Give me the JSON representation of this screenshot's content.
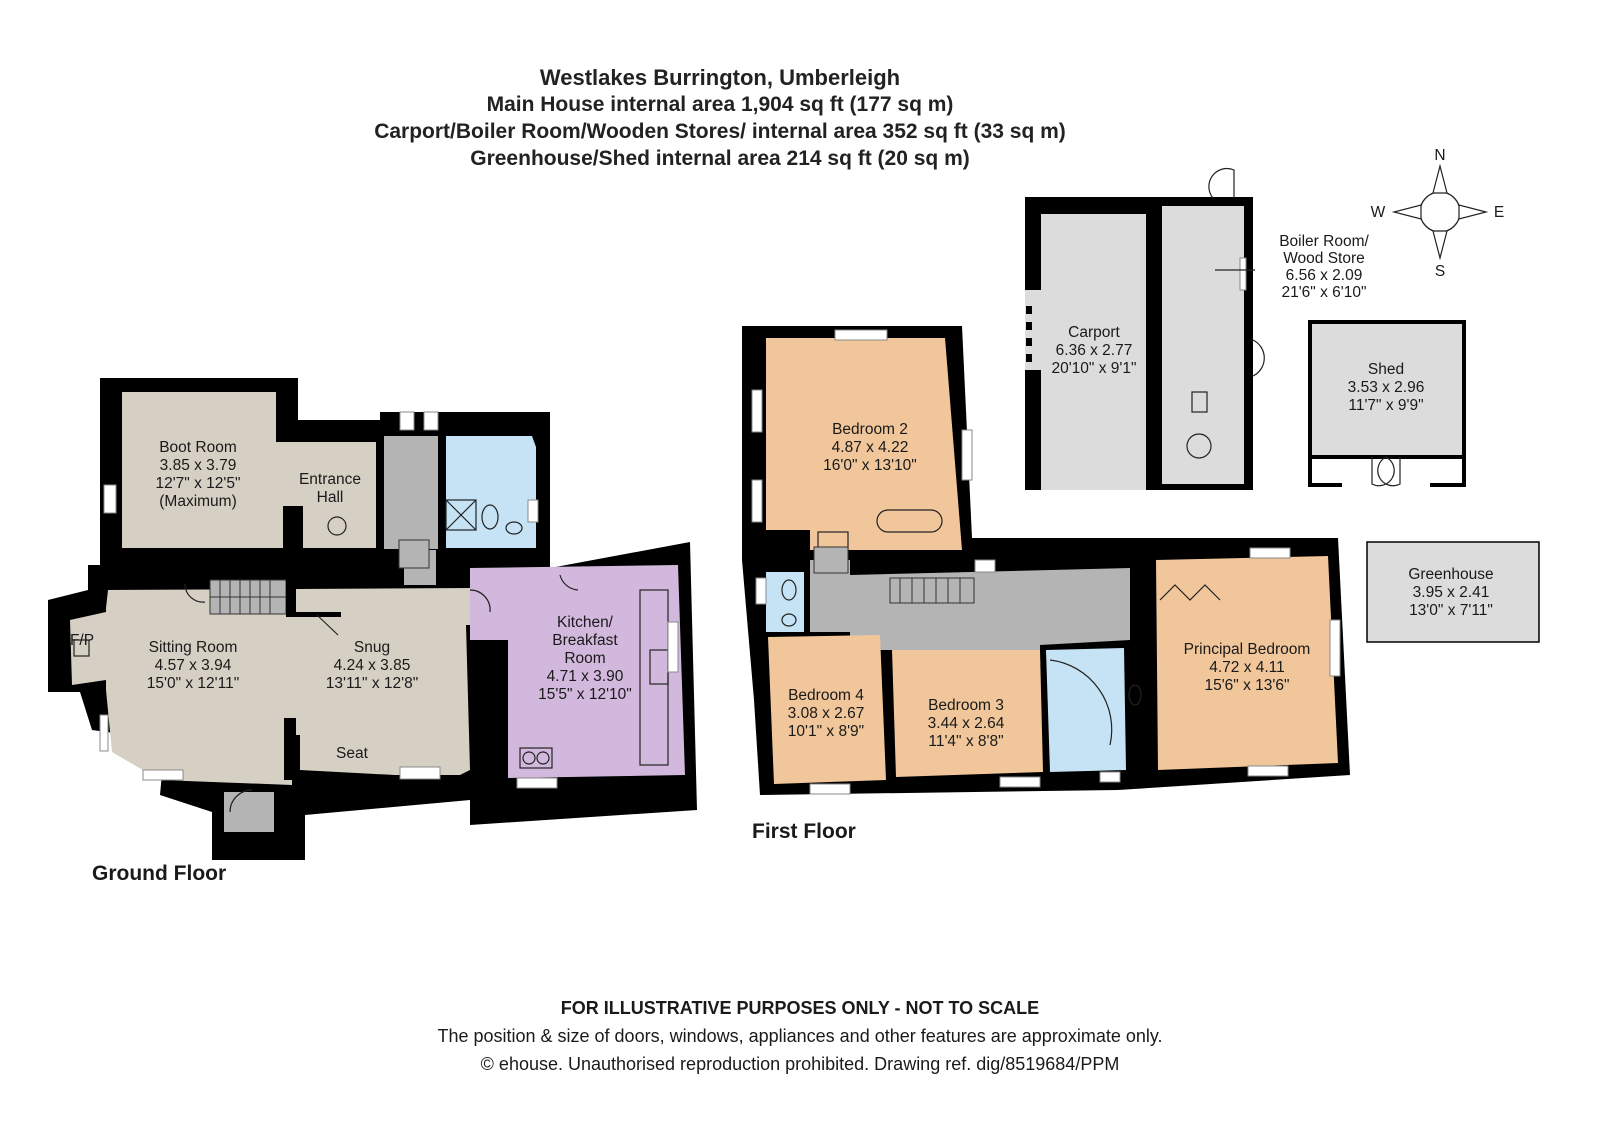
{
  "header": {
    "title": "Westlakes Burrington, Umberleigh",
    "main_house_area": "Main House internal area 1,904 sq ft (177 sq m)",
    "outbuildings_area": "Carport/Boiler Room/Wooden Stores/ internal area 352 sq ft (33 sq m)",
    "garden_buildings_area": "Greenhouse/Shed internal area 214 sq ft (20 sq m)"
  },
  "colors": {
    "wall": "#000000",
    "living_rooms": "#d6cfc4",
    "kitchen": "#d2b8dd",
    "bedrooms": "#f0c69a",
    "bathrooms": "#c5e3f5",
    "circulation": "#b4b4b4",
    "outbuildings": "#dcdcdc"
  },
  "floors": {
    "ground": {
      "label": "Ground Floor",
      "rooms": [
        {
          "name": "Boot Room",
          "metric": "3.85 x 3.79",
          "imperial": "12'7\" x 12'5\"",
          "note": "(Maximum)"
        },
        {
          "name": "Entrance",
          "name2": "Hall"
        },
        {
          "name": "Sitting Room",
          "metric": "4.57 x 3.94",
          "imperial": "15'0\" x 12'11\""
        },
        {
          "name": "Snug",
          "metric": "4.24 x 3.85",
          "imperial": "13'11\" x 12'8\""
        },
        {
          "name": "Kitchen/",
          "name2": "Breakfast",
          "name3": "Room",
          "metric": "4.71 x 3.90",
          "imperial": "15'5\" x 12'10\""
        }
      ],
      "annotations": {
        "fireplace": "F/P",
        "seat": "Seat"
      }
    },
    "first": {
      "label": "First Floor",
      "rooms": [
        {
          "name": "Bedroom 2",
          "metric": "4.87 x 4.22",
          "imperial": "16'0\" x 13'10\""
        },
        {
          "name": "Bedroom 4",
          "metric": "3.08 x 2.67",
          "imperial": "10'1\" x 8'9\""
        },
        {
          "name": "Bedroom 3",
          "metric": "3.44 x 2.64",
          "imperial": "11'4\" x 8'8\""
        },
        {
          "name": "Principal Bedroom",
          "metric": "4.72 x 4.11",
          "imperial": "15'6\" x 13'6\""
        }
      ]
    },
    "outbuildings": {
      "rooms": [
        {
          "name": "Carport",
          "metric": "6.36 x 2.77",
          "imperial": "20'10\" x 9'1\""
        },
        {
          "name": "Boiler Room/",
          "name2": "Wood Store",
          "metric": "6.56 x 2.09",
          "imperial": "21'6\" x 6'10\""
        },
        {
          "name": "Shed",
          "metric": "3.53 x 2.96",
          "imperial": "11'7\" x 9'9\""
        },
        {
          "name": "Greenhouse",
          "metric": "3.95 x 2.41",
          "imperial": "13'0\" x 7'11\""
        }
      ]
    }
  },
  "compass": {
    "n": "N",
    "s": "S",
    "e": "E",
    "w": "W"
  },
  "footer": {
    "disclaimer": "FOR ILLUSTRATIVE PURPOSES ONLY - NOT TO SCALE",
    "note": "The position & size of doors, windows, appliances and other features are approximate only.",
    "copyright": "© ehouse. Unauthorised reproduction prohibited. Drawing ref. dig/8519684/PPM"
  }
}
